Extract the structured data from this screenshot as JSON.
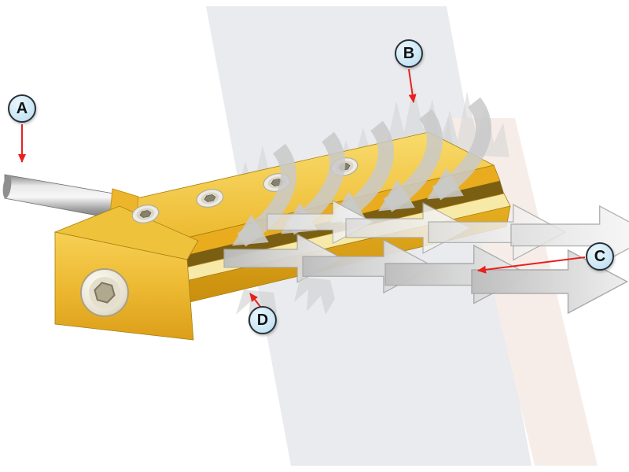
{
  "diagram": {
    "labels": [
      {
        "letter": "A"
      },
      {
        "letter": "B"
      },
      {
        "letter": "C"
      },
      {
        "letter": "D"
      }
    ],
    "colors": {
      "body_yellow": "#EFBF2F",
      "body_highlight": "#FAE075",
      "body_shadow": "#D79A12",
      "slot_dark": "#7A5E12",
      "airflow_gray": "#C9C9C9",
      "airflow_light": "#EDEDED",
      "leader_red": "#E8211D",
      "label_fill": "#CFE9F6",
      "label_border": "#2B3038",
      "rod_silver": "#C0C0C0",
      "screw_silver": "#EDEBE3",
      "watermark_gray": "#E9EBEE",
      "watermark_pink": "#F6EDE9"
    }
  }
}
